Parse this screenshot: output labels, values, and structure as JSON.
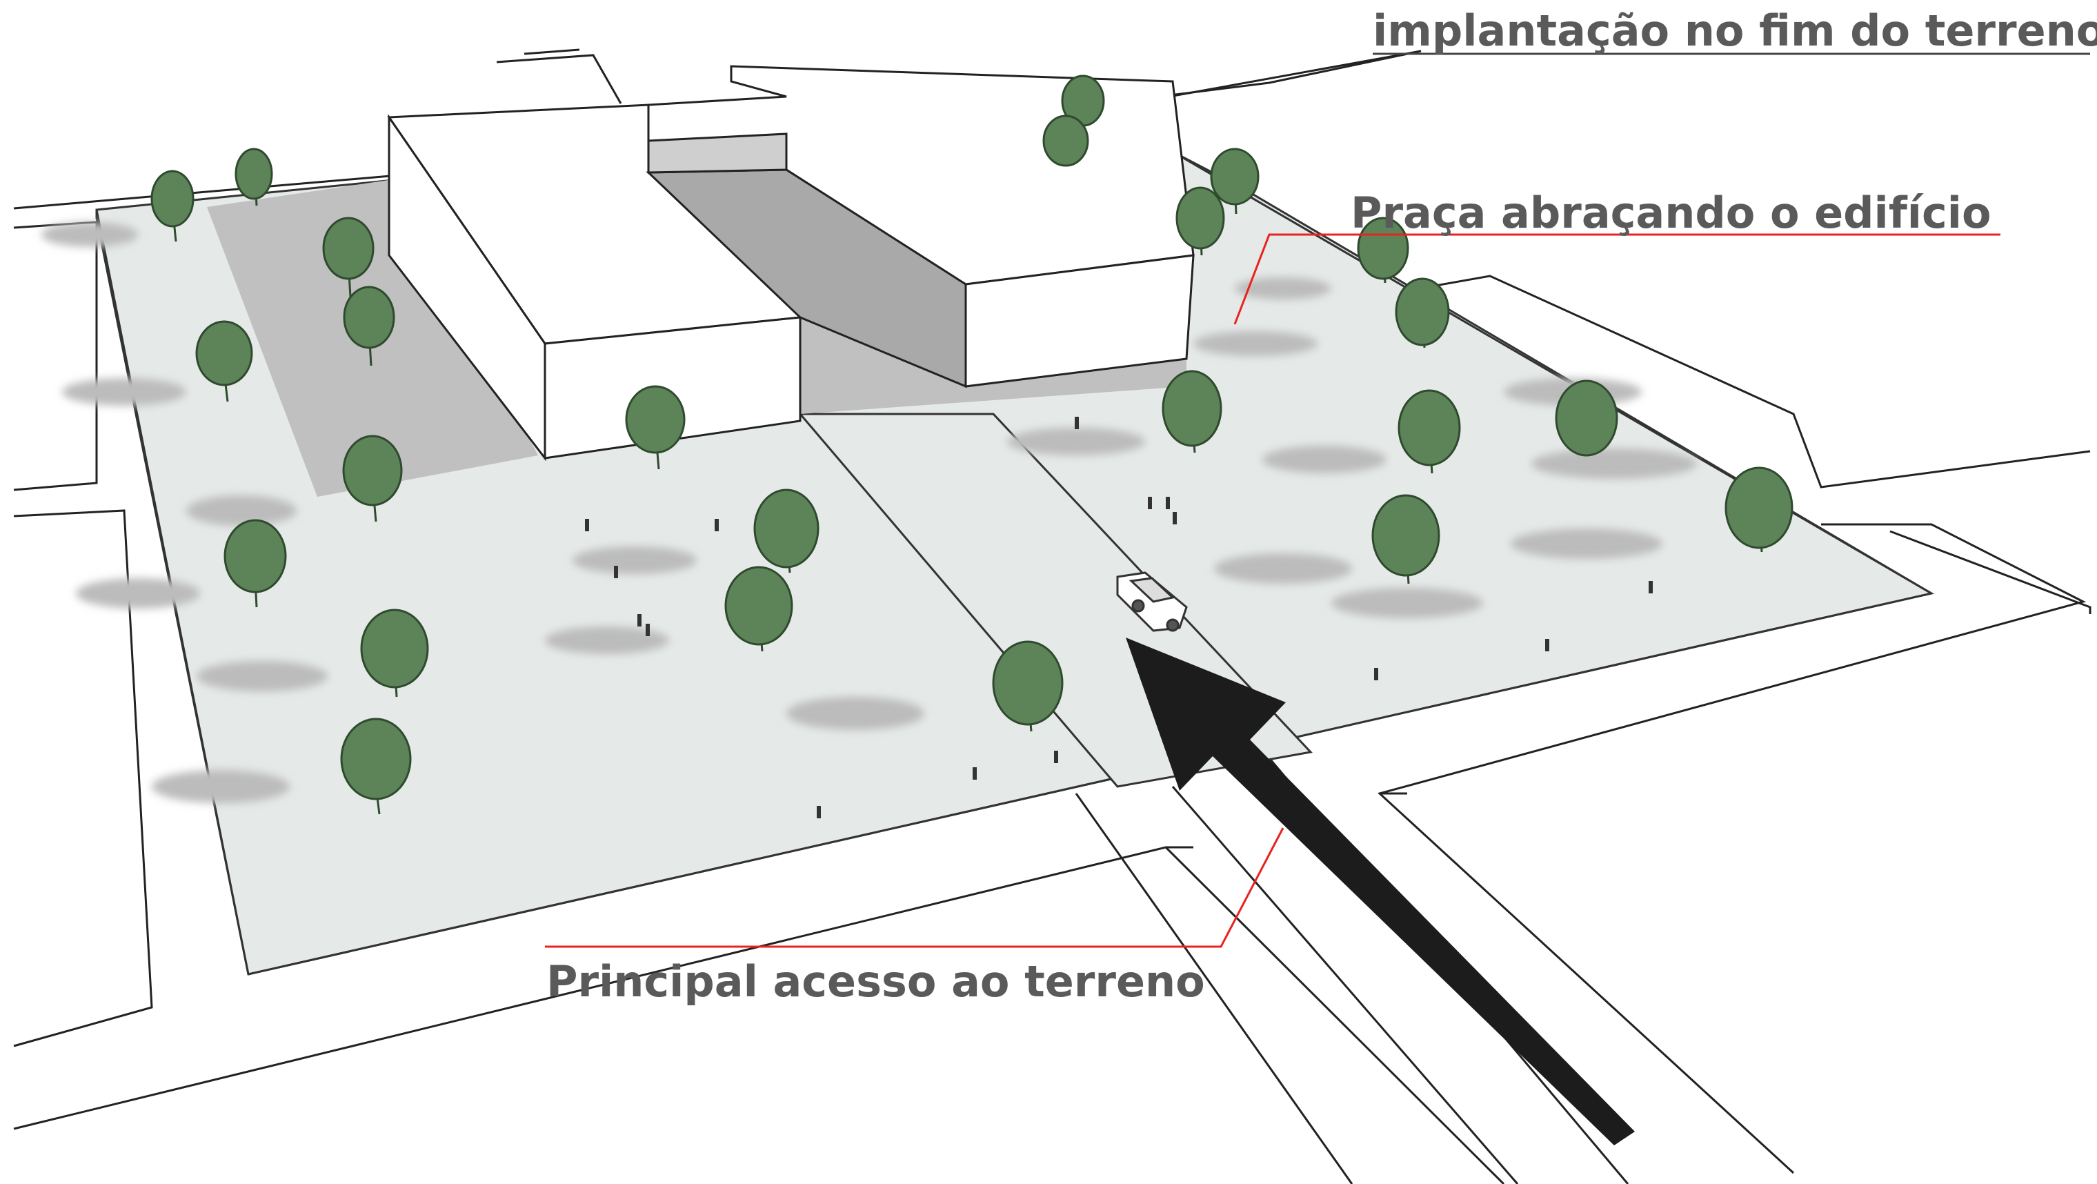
{
  "annotations": {
    "top_label": "implantação no fim do terreno",
    "plaza_label": "Praça abraçando o edifício",
    "access_label": "Principal acesso ao terreno"
  },
  "colors": {
    "plaza": "#e5e9e8",
    "shadow": "#c4c4c4",
    "tree": "#5d8458",
    "tree_dark": "#2f4a2f",
    "building": "#ffffff",
    "building_shade": "#a6a6a6",
    "leader_line": "#e8231f",
    "arrow": "#1c1c1c"
  }
}
